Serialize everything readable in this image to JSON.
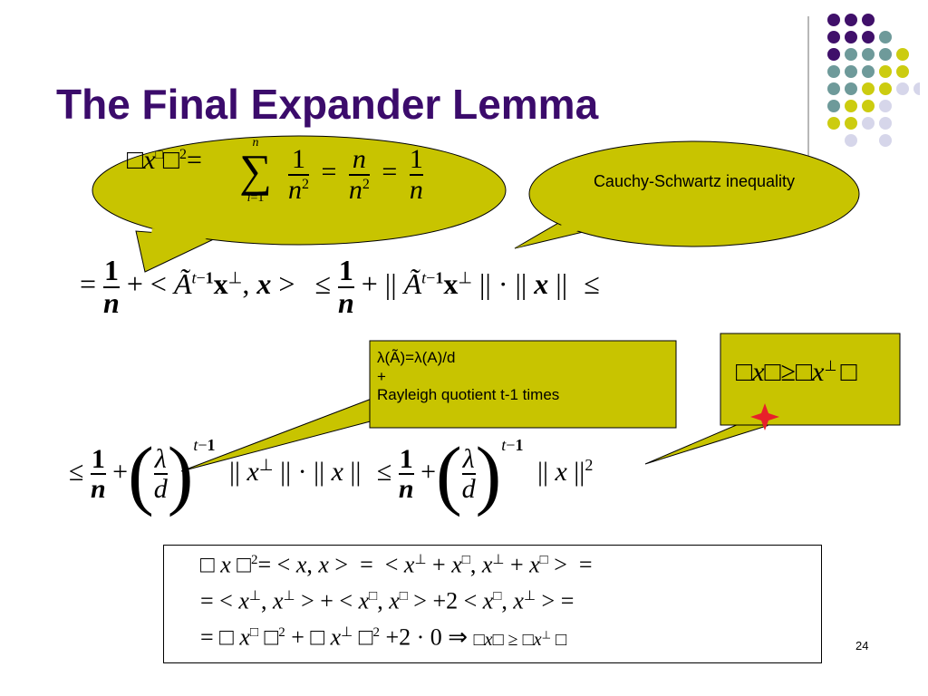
{
  "slide": {
    "title": "The Final Expander Lemma",
    "page_number": "24"
  },
  "callouts": {
    "cauchy_schwartz": "Cauchy-Schwartz inequality",
    "lambda_line1": "λ(Ã)=λ(A)/d",
    "lambda_line2": "+",
    "lambda_line3": "Rayleigh quotient t-1 times"
  },
  "symbols": {
    "box": "□",
    "perp": "⊥",
    "geq": "≥",
    "leq": "≤",
    "implies": "⇒",
    "sum": "∑",
    "lambda": "λ",
    "a_tilde": "Ã"
  },
  "colors": {
    "title": "#3b0b6b",
    "callout_fill": "#c8c400",
    "star": "#e8202a",
    "dot_purple": "#40106a",
    "dot_teal": "#6e9a9a",
    "dot_yellow": "#cccc10",
    "dot_lavender": "#d6d6ea"
  }
}
